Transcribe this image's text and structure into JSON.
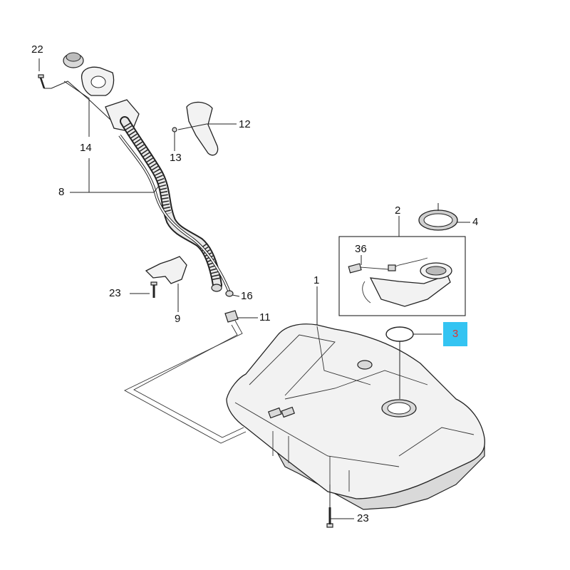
{
  "callouts": {
    "c22": "22",
    "c14": "14",
    "c8": "8",
    "c12": "12",
    "c13": "13",
    "c2": "2",
    "c4": "4",
    "c36": "36",
    "c1": "1",
    "c23a": "23",
    "c16": "16",
    "c9": "9",
    "c11": "11",
    "c3": "3",
    "c23b": "23"
  },
  "highlight": {
    "callout": "3",
    "color": "#34c4f2"
  }
}
